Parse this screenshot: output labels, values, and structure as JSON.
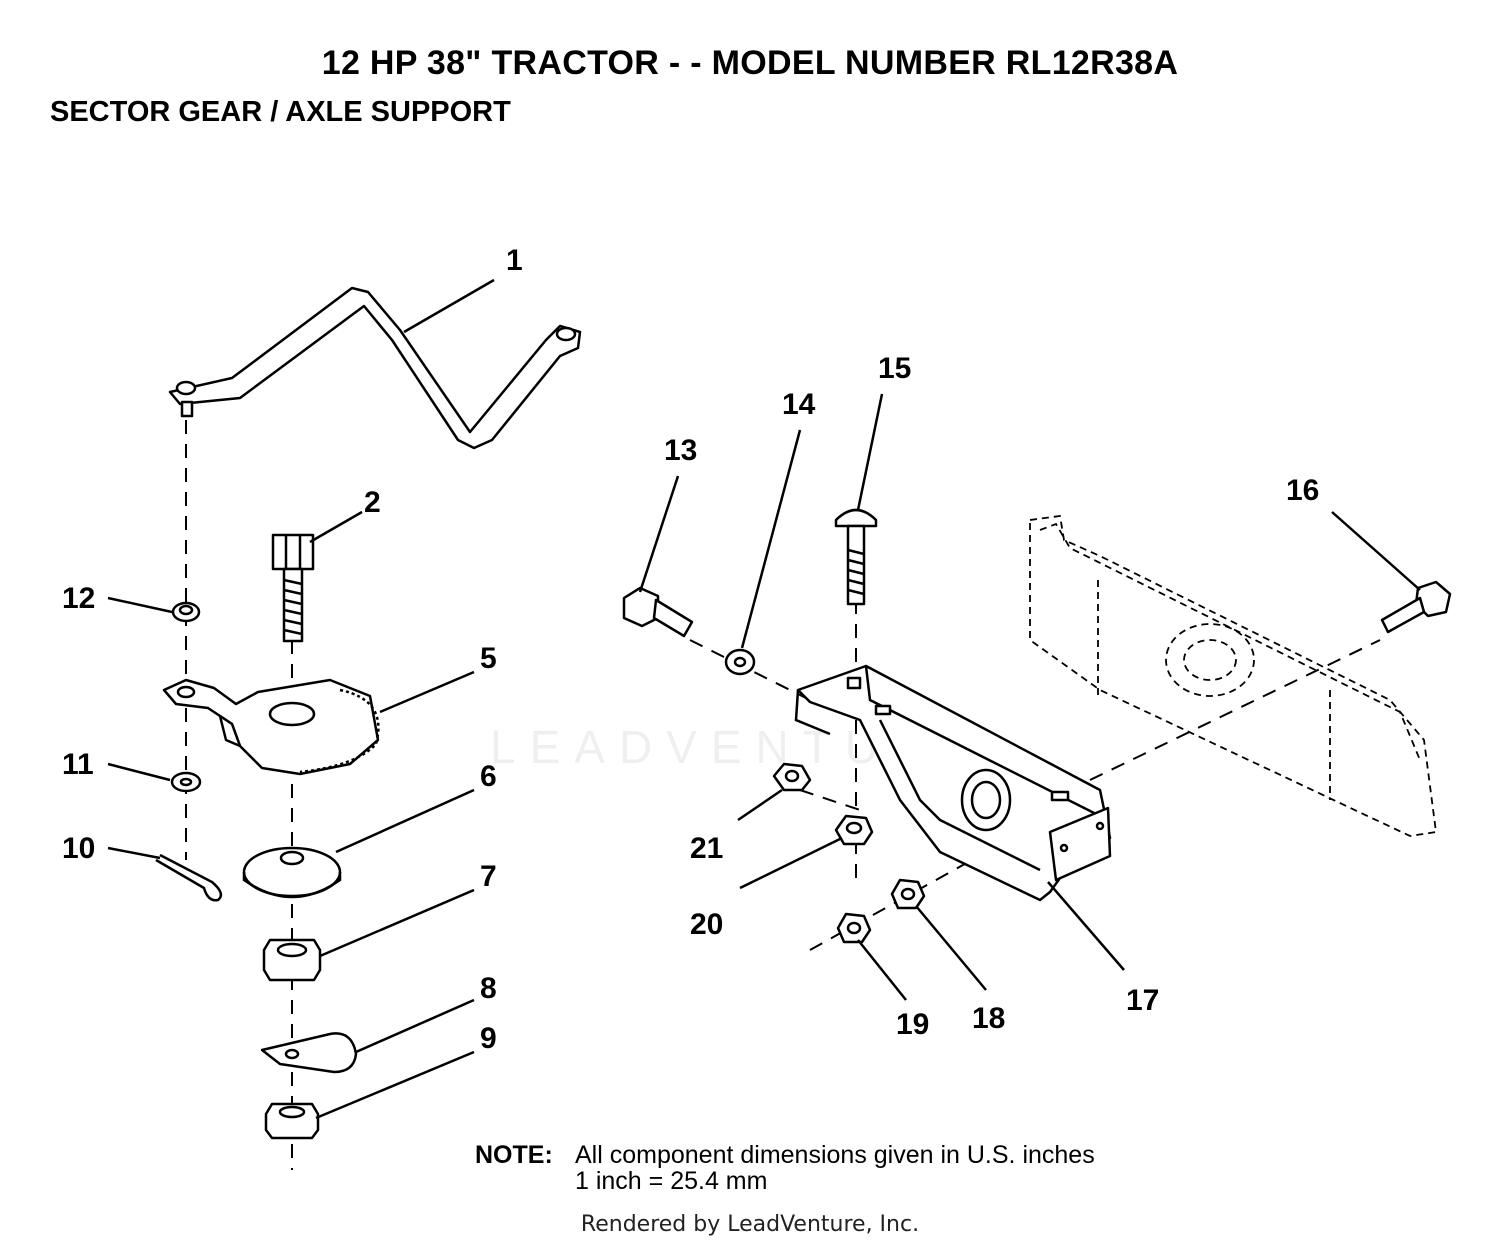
{
  "header": {
    "title": "12 HP 38\" TRACTOR - - MODEL NUMBER RL12R38A",
    "subtitle": "SECTOR GEAR / AXLE SUPPORT"
  },
  "callouts": [
    "1",
    "2",
    "5",
    "6",
    "7",
    "8",
    "9",
    "10",
    "11",
    "12",
    "13",
    "14",
    "15",
    "16",
    "17",
    "18",
    "19",
    "20",
    "21"
  ],
  "note": {
    "label": "NOTE:",
    "line1": "All component dimensions given in U.S. inches",
    "line2": "1 inch = 25.4 mm"
  },
  "footer": {
    "credit": "Rendered by LeadVenture, Inc."
  },
  "watermark": {
    "text": "LEADVENTURE"
  }
}
